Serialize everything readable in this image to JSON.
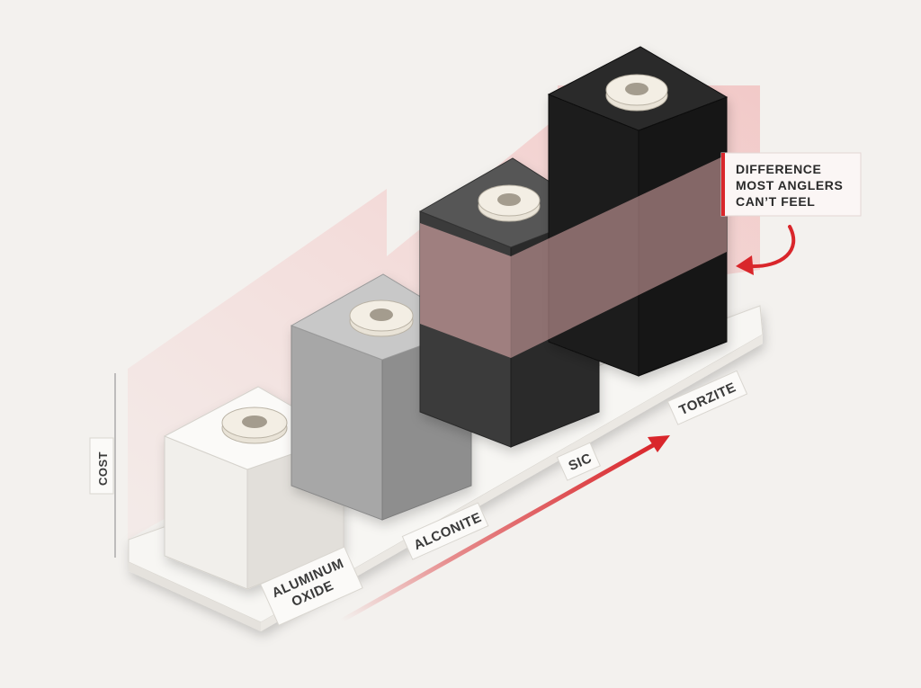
{
  "axis": {
    "label": "COST"
  },
  "blocks": [
    {
      "name": "aluminum-oxide",
      "label_lines": [
        "ALUMINUM",
        "OXIDE"
      ],
      "face_color": "#f4f2ee",
      "side_color": "#dcd9d4",
      "top_color": "#fbfaf8"
    },
    {
      "name": "alconite",
      "label_lines": [
        "ALCONITE"
      ],
      "face_color": "#a9a9a9",
      "side_color": "#8e8e8e",
      "top_color": "#c9c9c9"
    },
    {
      "name": "sic",
      "label_lines": [
        "SIC"
      ],
      "face_color": "#3a3a3a",
      "side_color": "#2a2a2a",
      "top_color": "#555555"
    },
    {
      "name": "torzite",
      "label_lines": [
        "TORZITE"
      ],
      "face_color": "#1c1c1c",
      "side_color": "#111111",
      "top_color": "#2a2a2a"
    }
  ],
  "callout": {
    "lines": [
      "DIFFERENCE",
      "MOST ANGLERS",
      "CAN’T FEEL"
    ]
  },
  "colors": {
    "accent": "#d9262b",
    "highlight": "#f2b8b8",
    "platform": "#f7f6f3"
  }
}
